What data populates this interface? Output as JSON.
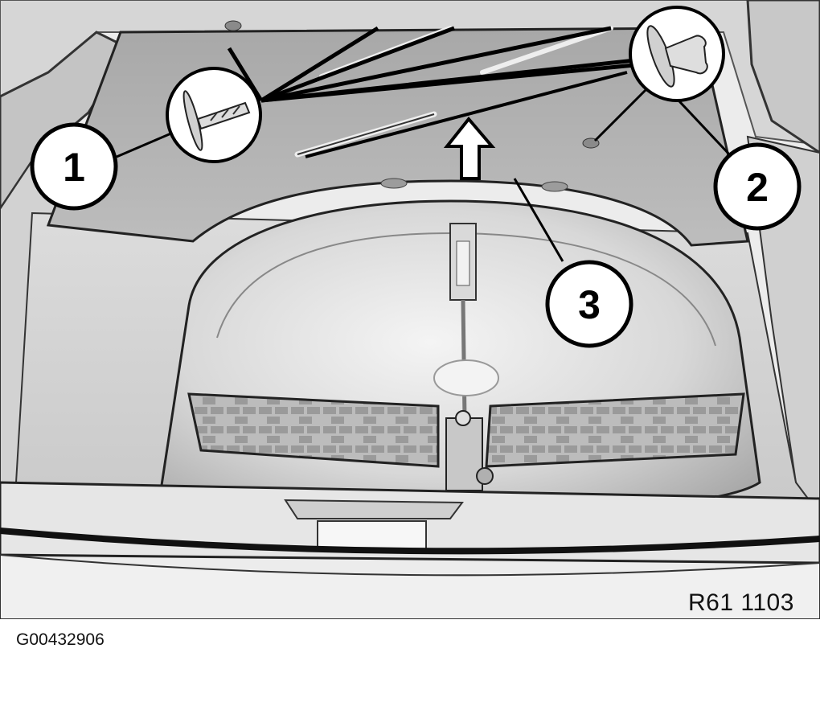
{
  "diagram": {
    "callouts": [
      {
        "label": "1",
        "part": "plastic-rivet-fastener"
      },
      {
        "label": "2",
        "part": "expanding-rivet-fastener"
      },
      {
        "label": "3",
        "part": "trunk-floor-panel"
      }
    ],
    "figure_code": "R61 1103",
    "image_id": "G00432906"
  }
}
